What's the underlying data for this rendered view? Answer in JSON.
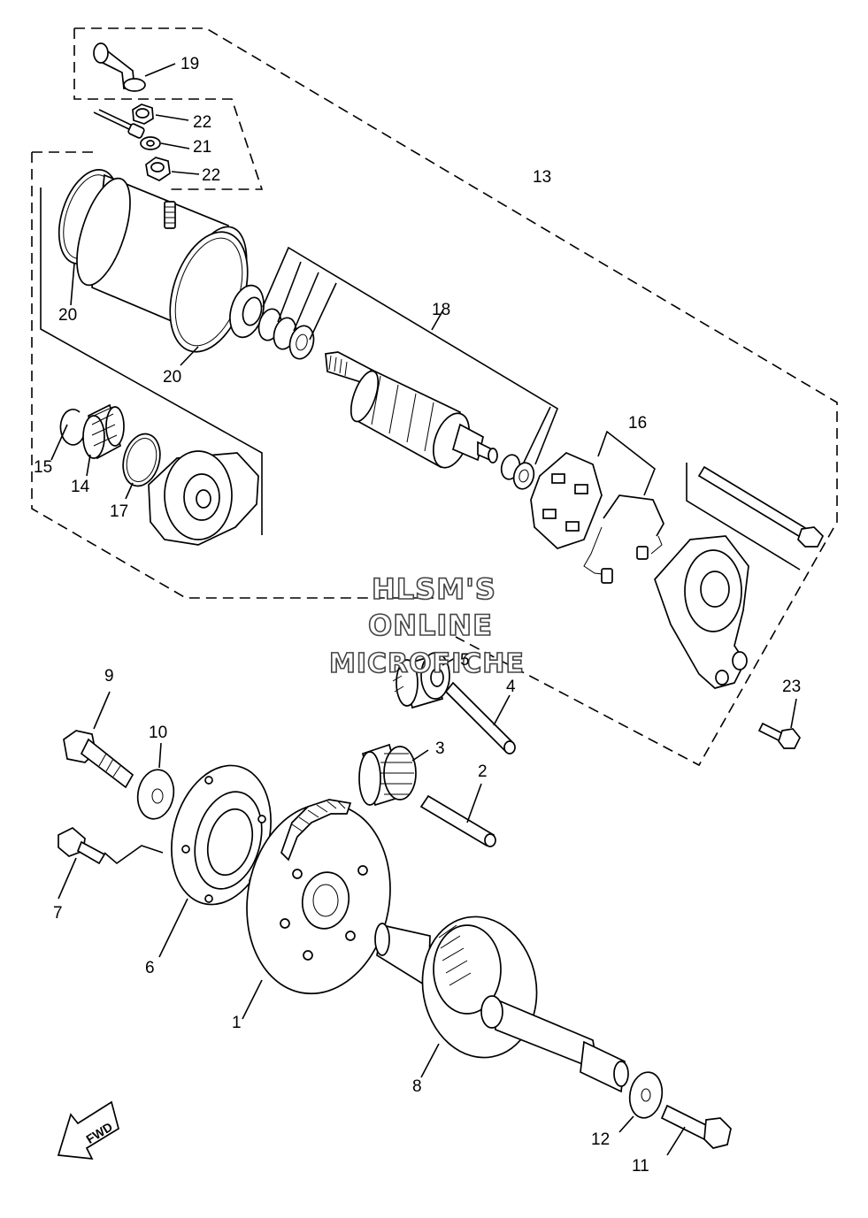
{
  "watermark": {
    "line1": "HLSM'S",
    "line2": "ONLINE",
    "line3": "MICROFICHE"
  },
  "direction_label": "FWD",
  "callouts": {
    "p1": "1",
    "p2": "2",
    "p3": "3",
    "p4": "4",
    "p5": "5",
    "p6": "6",
    "p7": "7",
    "p8": "8",
    "p9": "9",
    "p10": "10",
    "p11": "11",
    "p12": "12",
    "p13": "13",
    "p14": "14",
    "p15": "15",
    "p16": "16",
    "p17": "17",
    "p18": "18",
    "p19": "19",
    "p20a": "20",
    "p20b": "20",
    "p21": "21",
    "p22a": "22",
    "p22b": "22",
    "p23": "23"
  }
}
